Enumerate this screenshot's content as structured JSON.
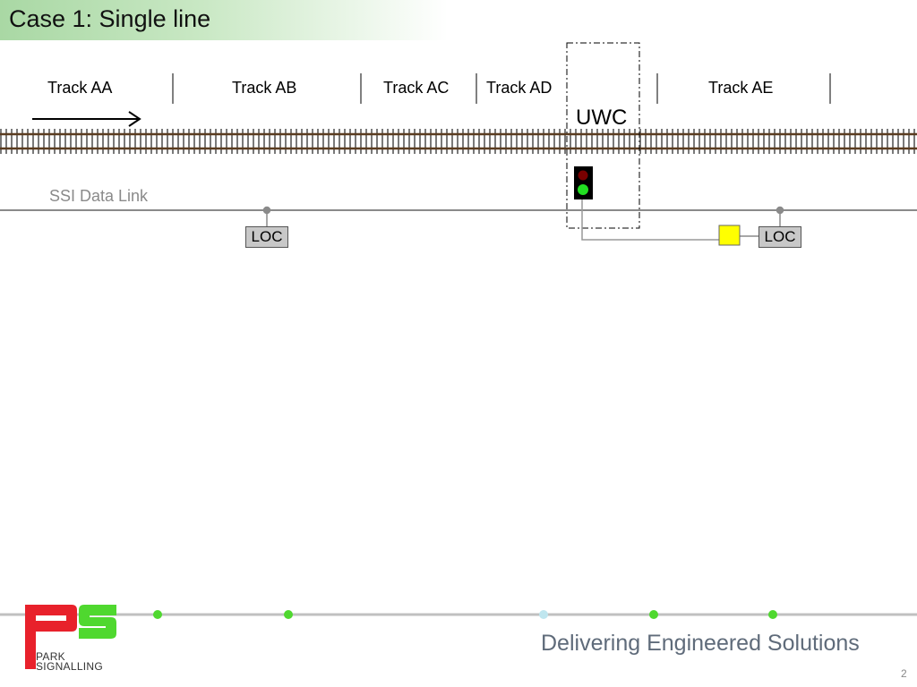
{
  "title": "Case 1: Single line",
  "tracks": [
    {
      "label": "Track AA"
    },
    {
      "label": "Track AB"
    },
    {
      "label": "Track AC"
    },
    {
      "label": "Track AD"
    },
    {
      "label": "Track AE"
    }
  ],
  "uwc_label": "UWC",
  "ssi_label": "SSI Data Link",
  "loc_labels": [
    "LOC",
    "LOC"
  ],
  "signal": {
    "aspects": [
      "red",
      "green"
    ],
    "lit": "green"
  },
  "colors": {
    "title_band": "#a9d8a4",
    "rail": "#6b4a2a",
    "data_link": "#8a8a8a",
    "signal_green": "#22e022",
    "signal_red": "#7a0000",
    "indicator_yellow": "#ffff00",
    "logo_red": "#e8212b",
    "logo_green": "#4fd82f",
    "footer_dot_green": "#4fd82f",
    "footer_dot_blue": "#bfe6ef"
  },
  "footer": {
    "tagline": "Delivering Engineered Solutions",
    "page_number": "2",
    "logo_text_line1": "PARK",
    "logo_text_line2": "SIGNALLING"
  }
}
